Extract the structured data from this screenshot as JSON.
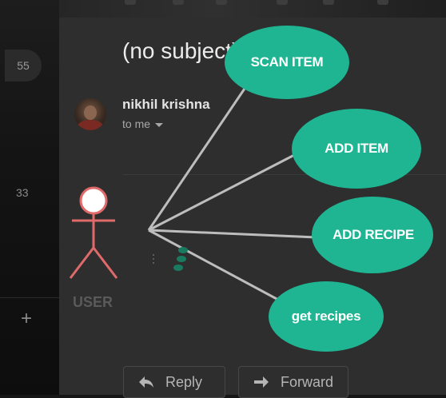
{
  "sidebar": {
    "badge_count": "55",
    "second_count": "33",
    "plus_icon": "+"
  },
  "email": {
    "subject": "(no subject)",
    "sender": "nikhil krishna",
    "recipient_line": "to me",
    "reply_label": "Reply",
    "forward_label": "Forward"
  },
  "diagram": {
    "actor": "USER",
    "use_cases": [
      "SCAN ITEM",
      "ADD ITEM",
      "ADD RECIPE",
      "get recipes"
    ],
    "colors": {
      "use_case_fill": "#1fb592",
      "connector": "#bdbdbd",
      "actor_stroke": "#e06a6a",
      "actor_head_fill": "#ffffff"
    }
  }
}
